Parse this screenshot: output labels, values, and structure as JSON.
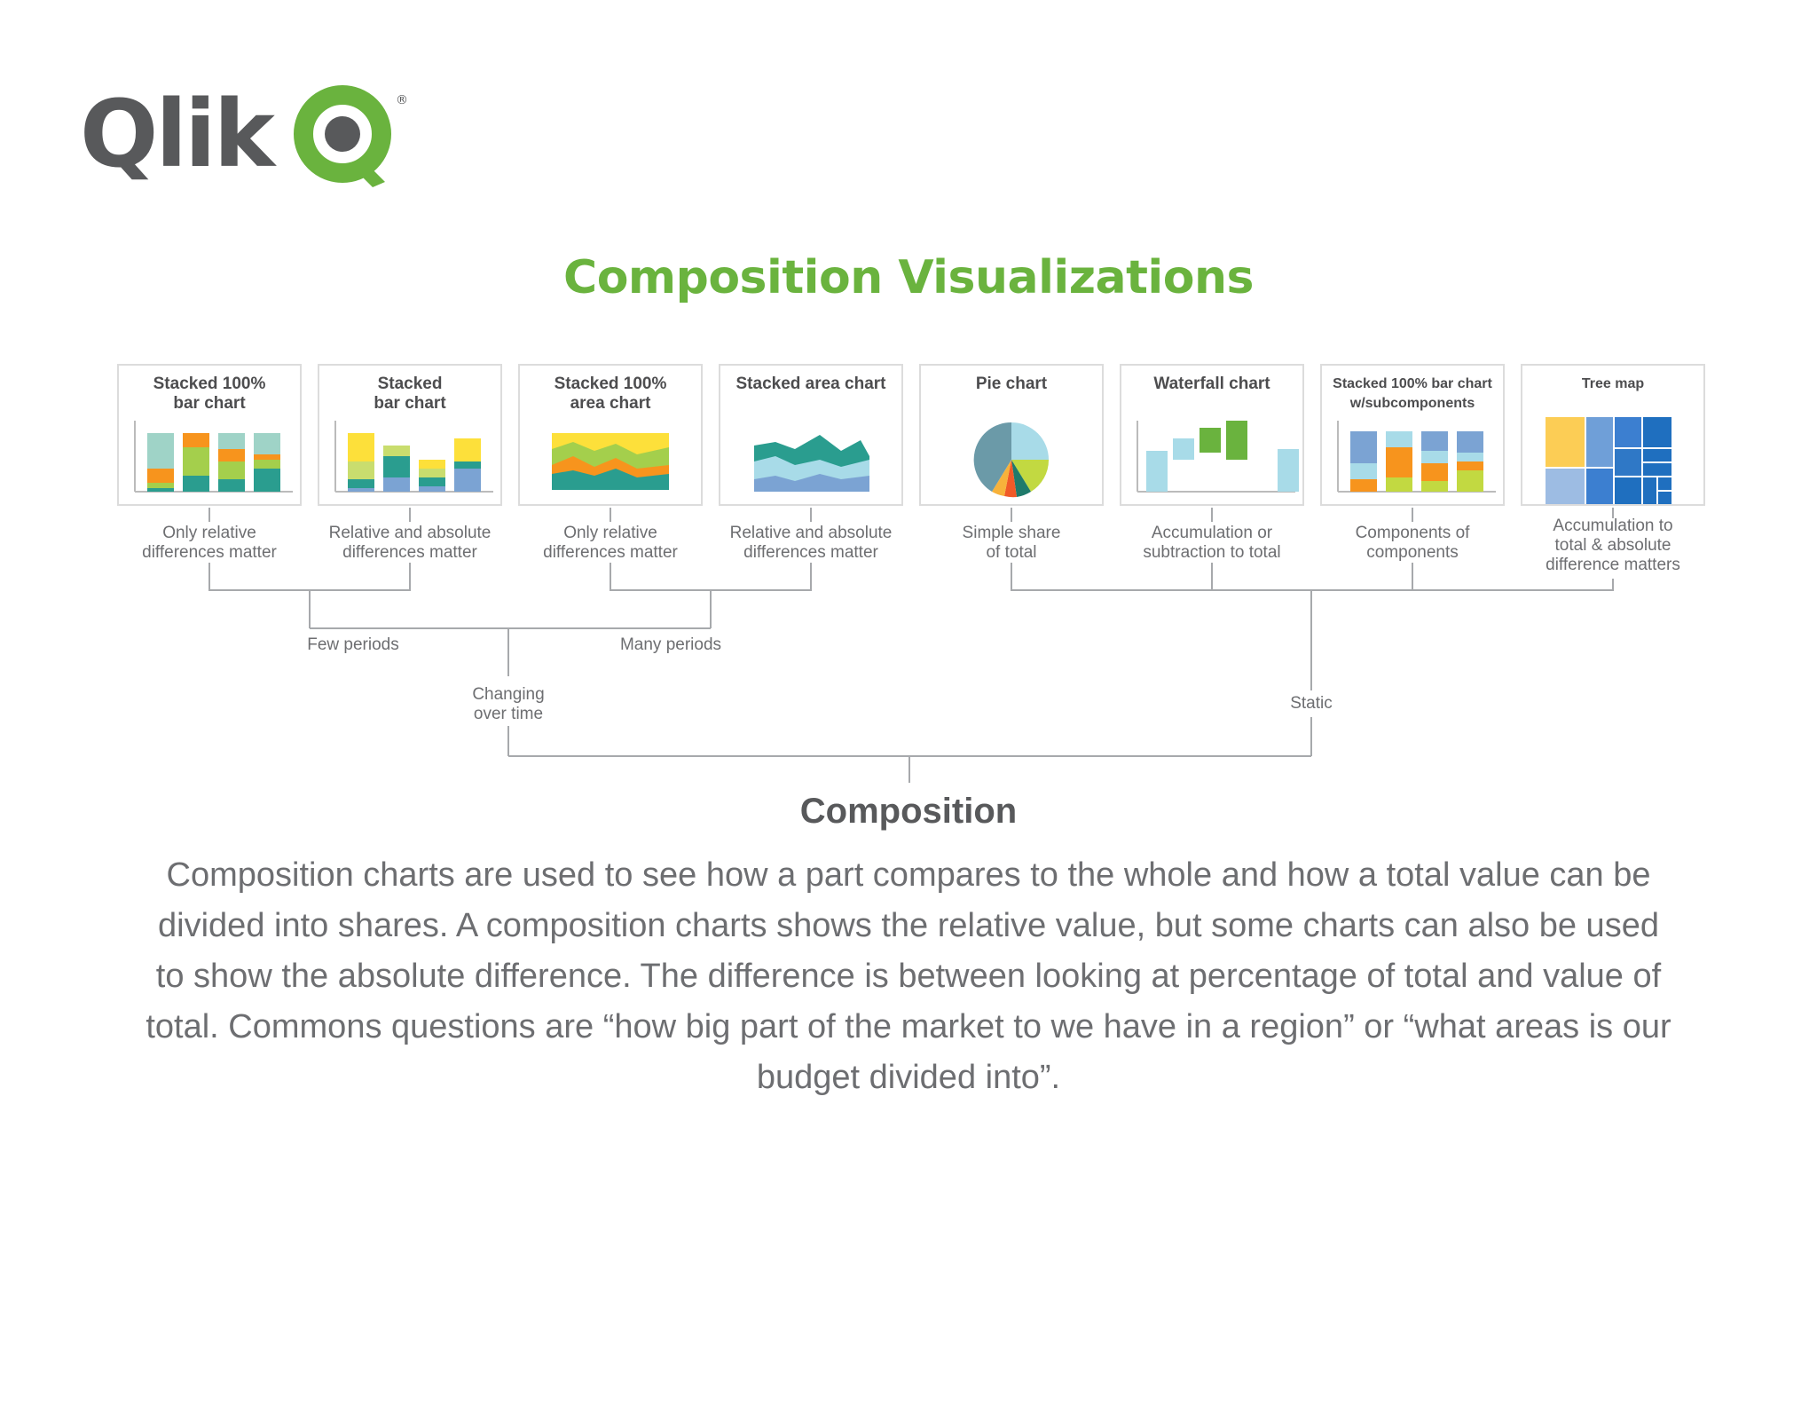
{
  "logo": {
    "text": "Qlik",
    "registered": "®"
  },
  "title": "Composition Visualizations",
  "cards": [
    {
      "title": "Stacked 100%\nbar chart",
      "desc": "Only relative\ndifferences matter"
    },
    {
      "title": "Stacked\nbar chart",
      "desc": "Relative and absolute\ndifferences matter"
    },
    {
      "title": "Stacked 100%\narea chart",
      "desc": "Only relative\ndifferences matter"
    },
    {
      "title": "Stacked area chart",
      "desc": "Relative and absolute\ndifferences matter"
    },
    {
      "title": "Pie chart",
      "desc": "Simple share\nof total"
    },
    {
      "title": "Waterfall chart",
      "desc": "Accumulation or\nsubtraction to total"
    },
    {
      "title": "Stacked 100% bar chart\nw/subcomponents",
      "desc": "Components of\ncomponents"
    },
    {
      "title": "Tree map",
      "desc": "Accumulation to\ntotal & absolute\ndifference matters"
    }
  ],
  "branches": {
    "few_periods": "Few periods",
    "many_periods": "Many periods",
    "changing": "Changing\nover time",
    "static": "Static"
  },
  "section_title": "Composition",
  "body": "Composition charts are used to see how a part compares to the whole and how a total value can be divided into shares. A composition charts shows the relative value, but some charts can also be used to show the absolute difference. The difference is between looking at percentage of total and value of total. Commons questions are “how big part of the market to we have in a region” or “what areas is our budget divided into”.",
  "colors": {
    "brand_green": "#6ab33e",
    "logo_gray": "#58595b",
    "teal": "#2a9d8f",
    "light_blue": "#a8dbe8",
    "orange": "#f7941d",
    "yellow": "#fde03a",
    "lime": "#a4cf4c",
    "steel_blue": "#7ba3d3",
    "dark_blue": "#1f6fbf"
  }
}
